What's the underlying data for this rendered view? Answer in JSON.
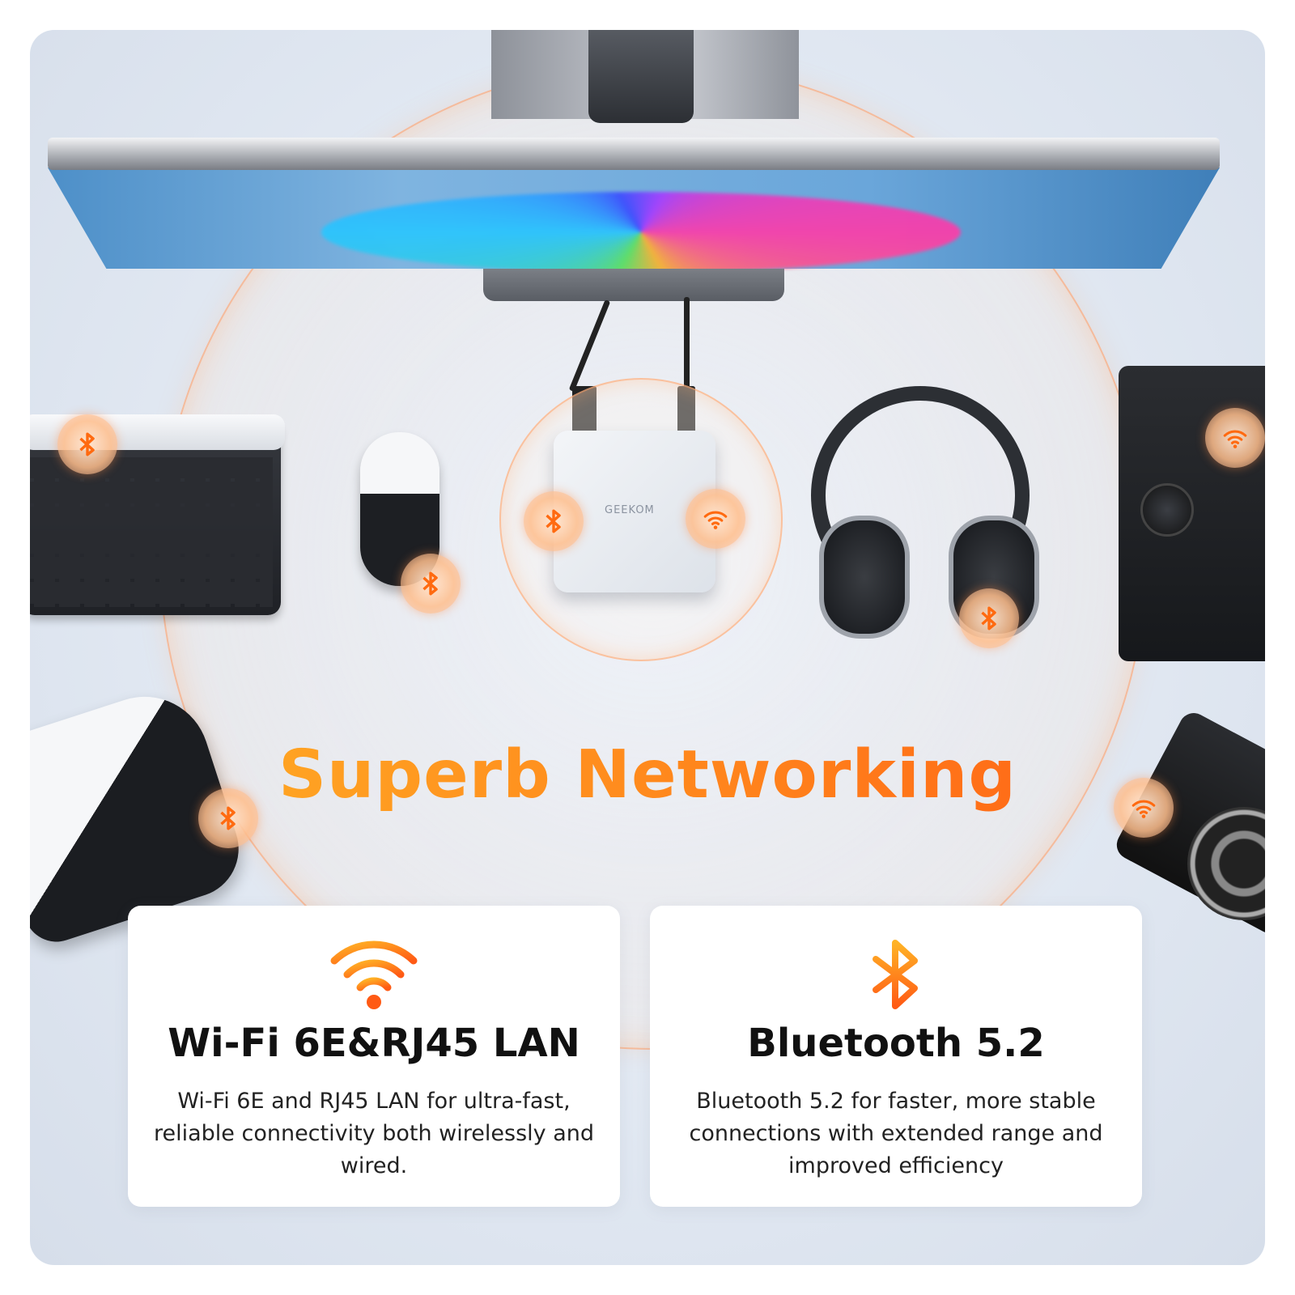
{
  "headline": "Superb Networking",
  "device": {
    "brand_label": "GEEKOM"
  },
  "cards": [
    {
      "icon": "wifi-icon",
      "title": "Wi-Fi 6E&RJ45 LAN",
      "description": "Wi-Fi 6E and RJ45 LAN for ultra-fast, reliable connectivity both wirelessly and wired."
    },
    {
      "icon": "bluetooth-icon",
      "title": "Bluetooth 5.2",
      "description": "Bluetooth 5.2 for faster, more stable connections with extended range and improved efficiency"
    }
  ],
  "badges": [
    {
      "device": "keyboard",
      "icon": "bluetooth-icon"
    },
    {
      "device": "mouse",
      "icon": "bluetooth-icon"
    },
    {
      "device": "mini-pc",
      "icon": "bluetooth-icon"
    },
    {
      "device": "mini-pc",
      "icon": "wifi-icon"
    },
    {
      "device": "headphones",
      "icon": "bluetooth-icon"
    },
    {
      "device": "drawing-tablet",
      "icon": "wifi-icon"
    },
    {
      "device": "gamepad",
      "icon": "bluetooth-icon"
    },
    {
      "device": "camera",
      "icon": "wifi-icon"
    }
  ],
  "colors": {
    "accent_orange": "#ff7a1a",
    "accent_yellow": "#ffb326",
    "accent_red": "#ff5a14",
    "card_bg": "#ffffff",
    "background": "#e1e8f2"
  }
}
